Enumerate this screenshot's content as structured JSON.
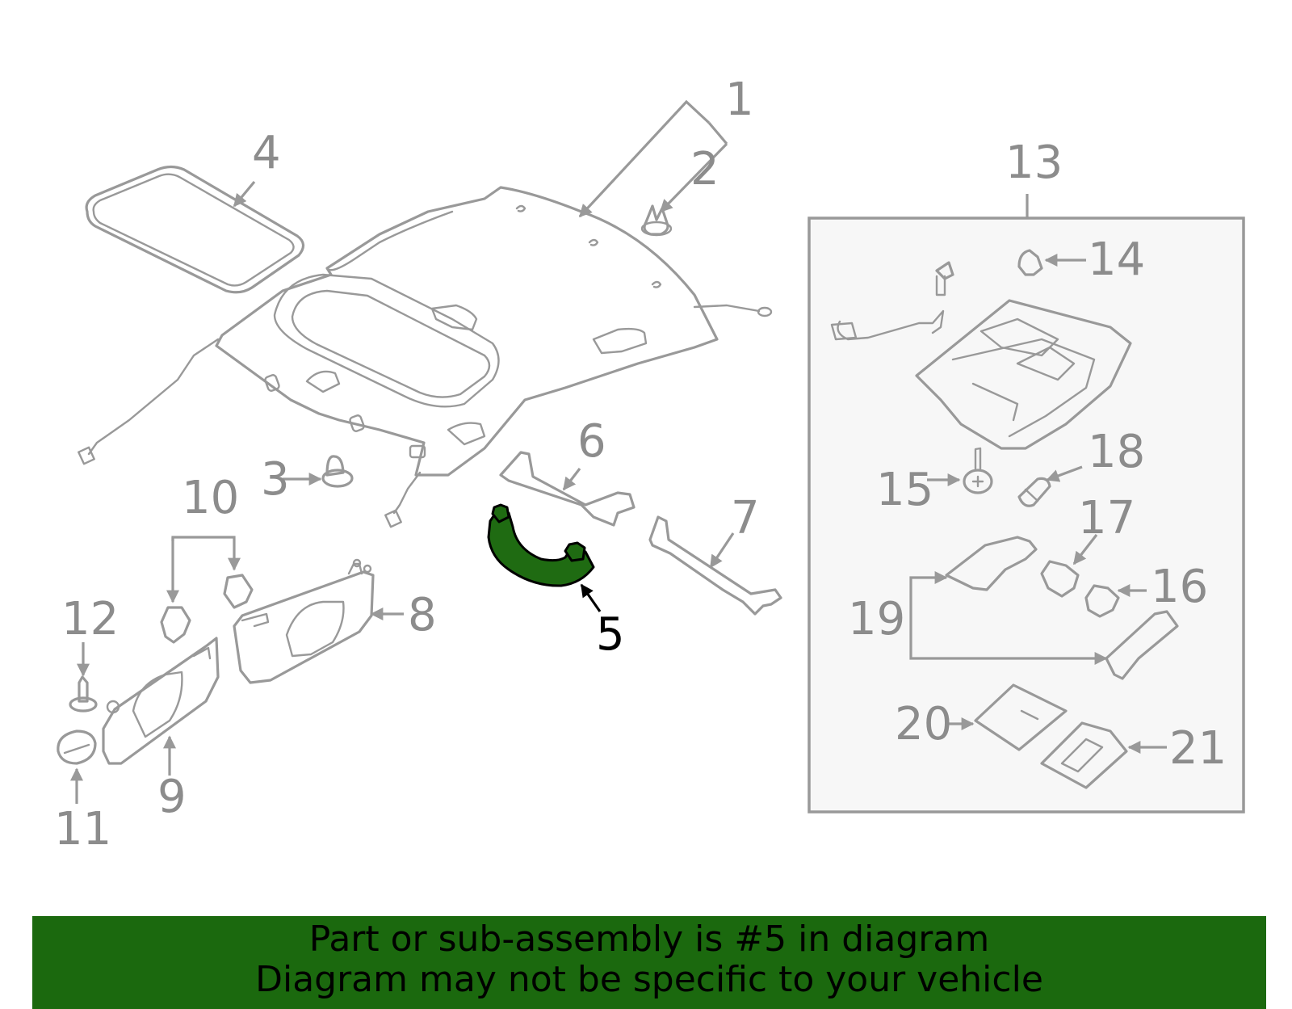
{
  "diagram": {
    "highlighted_callout": "5",
    "highlight_color": "#1b690e",
    "callouts": [
      "1",
      "2",
      "3",
      "4",
      "5",
      "6",
      "7",
      "8",
      "9",
      "10",
      "11",
      "12",
      "13",
      "14",
      "15",
      "16",
      "17",
      "18",
      "19",
      "20",
      "21"
    ]
  },
  "banner": {
    "line1": "Part or sub-assembly is #5 in diagram",
    "line2": "Diagram may not be specific to your vehicle"
  }
}
